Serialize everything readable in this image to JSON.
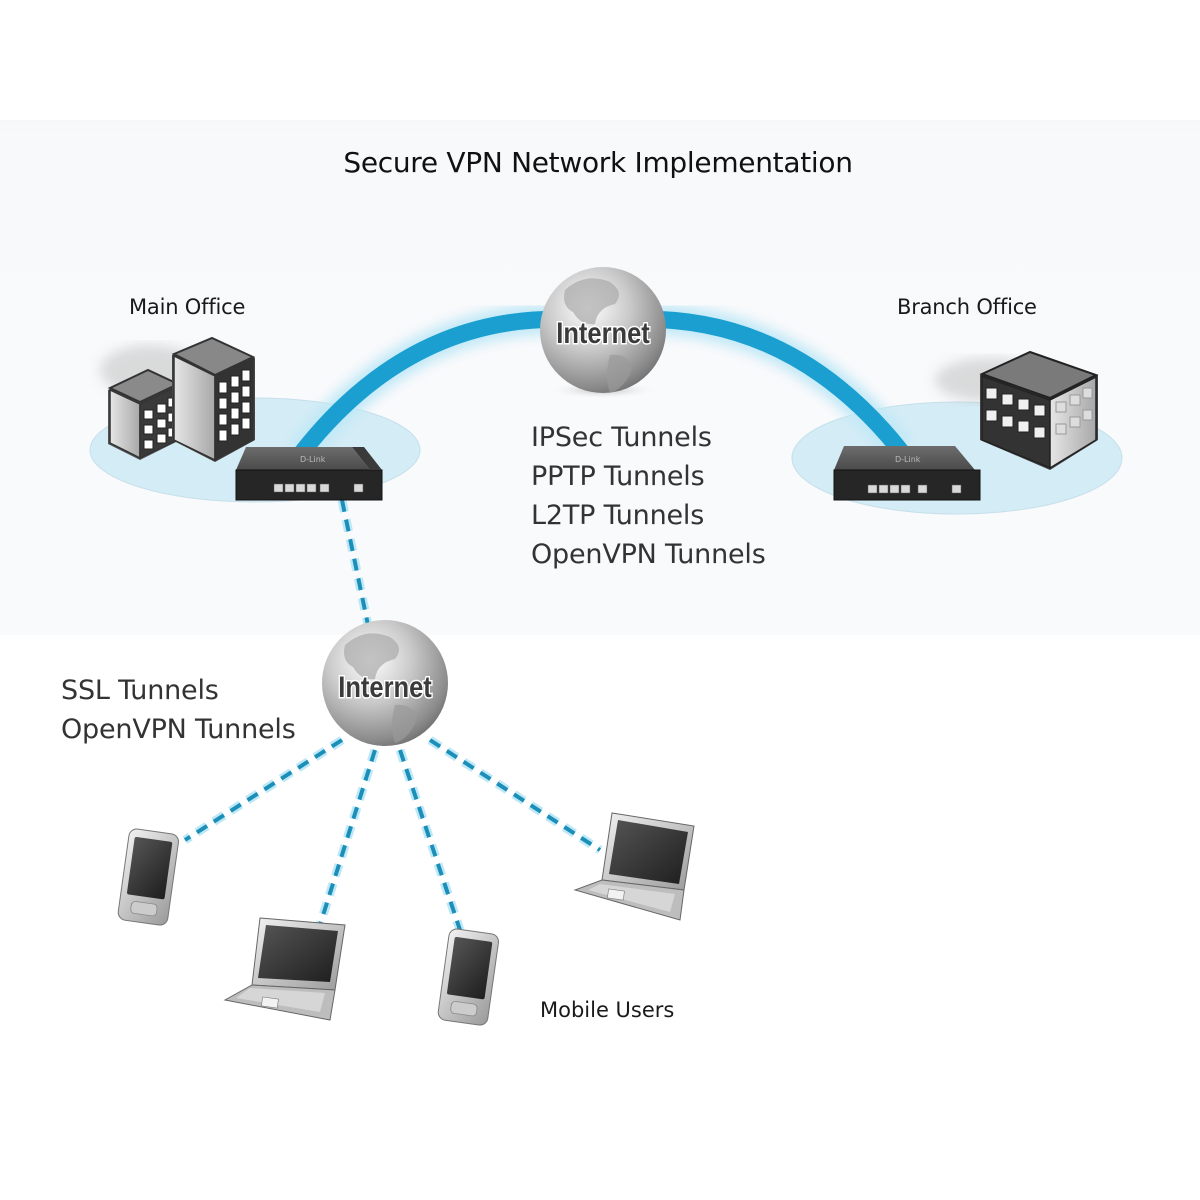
{
  "title": "Secure VPN Network Implementation",
  "sites": {
    "main_office": {
      "label": "Main Office",
      "device": "VPN router",
      "icon": "office-buildings-icon"
    },
    "branch_office": {
      "label": "Branch Office",
      "device": "VPN router",
      "icon": "office-building-icon"
    }
  },
  "internet_clouds": [
    {
      "label": "Internet",
      "icon": "globe-icon",
      "role": "site-to-site"
    },
    {
      "label": "Internet",
      "icon": "globe-icon",
      "role": "remote-access"
    }
  ],
  "site_to_site_tunnels": [
    "IPSec Tunnels",
    "PPTP Tunnels",
    "L2TP Tunnels",
    "OpenVPN Tunnels"
  ],
  "remote_access_tunnels": [
    "SSL Tunnels",
    "OpenVPN Tunnels"
  ],
  "mobile_users": {
    "label": "Mobile Users",
    "devices": [
      {
        "type": "pda",
        "icon": "pda-icon"
      },
      {
        "type": "laptop",
        "icon": "laptop-icon"
      },
      {
        "type": "pda",
        "icon": "pda-icon"
      },
      {
        "type": "laptop",
        "icon": "laptop-icon"
      }
    ]
  },
  "colors": {
    "tunnel": "#1a9fd0",
    "tunnel_glow": "#bfe8f7",
    "site_ellipse": "#d4ecf6",
    "dashed_link": "#1b8fb8",
    "router_body": "#2c2c2c"
  }
}
